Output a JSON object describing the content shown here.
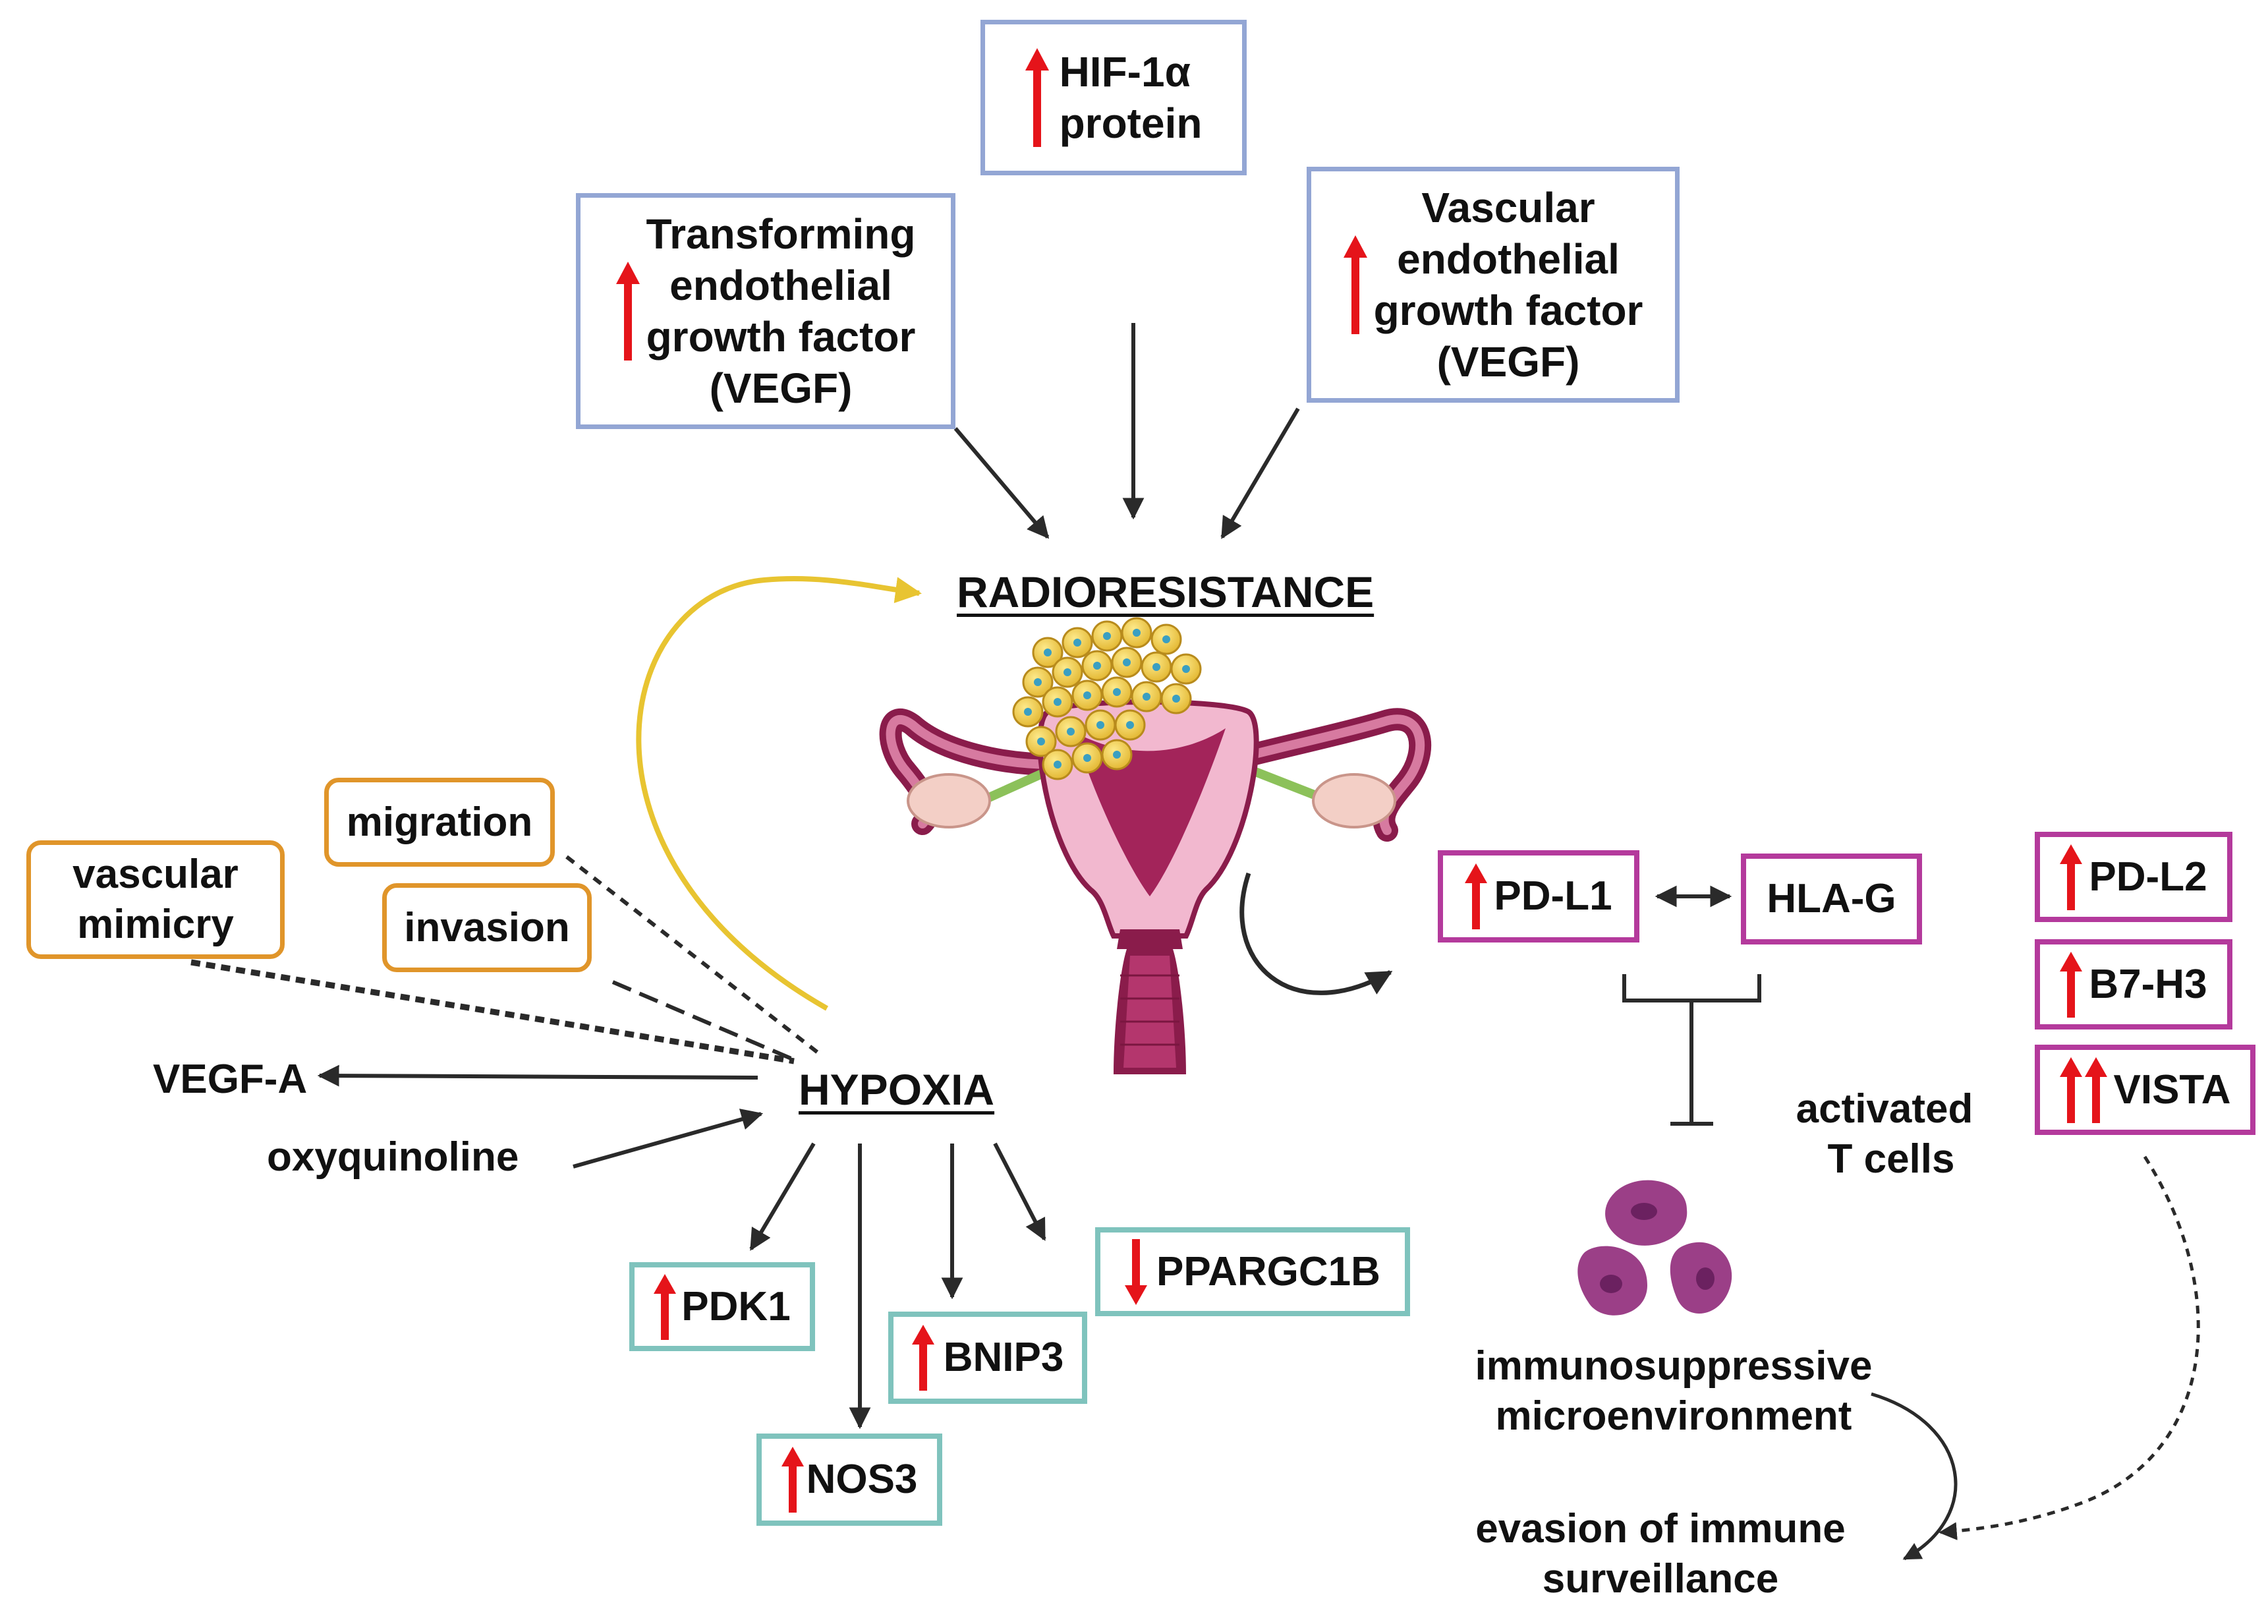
{
  "top_factors": {
    "hif": [
      "HIF-1α",
      "protein"
    ],
    "transforming": [
      "Transforming",
      "endothelial",
      "growth factor",
      "(VEGF)"
    ],
    "vascular": [
      "Vascular",
      "endothelial",
      "growth factor",
      "(VEGF)"
    ]
  },
  "center": {
    "radioresistance": "RADIORESISTANCE",
    "hypoxia": "HYPOXIA"
  },
  "hypoxia_effects": {
    "vascular_mimicry": [
      "vascular",
      "mimicry"
    ],
    "migration": "migration",
    "invasion": "invasion",
    "vegf_a": "VEGF-A",
    "oxyquinoline": "oxyquinoline"
  },
  "hypoxia_genes": {
    "pdk1": "PDK1",
    "nos3": "NOS3",
    "bnip3": "BNIP3",
    "ppargc1b": "PPARGC1B"
  },
  "immune": {
    "pd_l1": "PD-L1",
    "hla_g": "HLA-G",
    "pd_l2": "PD-L2",
    "b7_h3": "B7-H3",
    "vista": "VISTA",
    "activated_t_cells": [
      "activated",
      "T cells"
    ],
    "immunosuppressive": [
      "immunosuppressive",
      "microenvironment"
    ],
    "evasion": [
      "evasion of immune",
      "surveillance"
    ]
  },
  "colors": {
    "up_arrow": "#e5141a",
    "blue_border": "#93a6d4",
    "orange_border": "#e0952a",
    "magenta_border": "#b43a9c",
    "teal_border": "#7fc3bd",
    "yellow_arrow": "#e8c431",
    "t_cell": "#9b3f87"
  },
  "icons": [
    "up-arrow-icon",
    "down-arrow-icon",
    "uterus-illustration",
    "tumor-cells-illustration",
    "t-cell-illustration"
  ]
}
